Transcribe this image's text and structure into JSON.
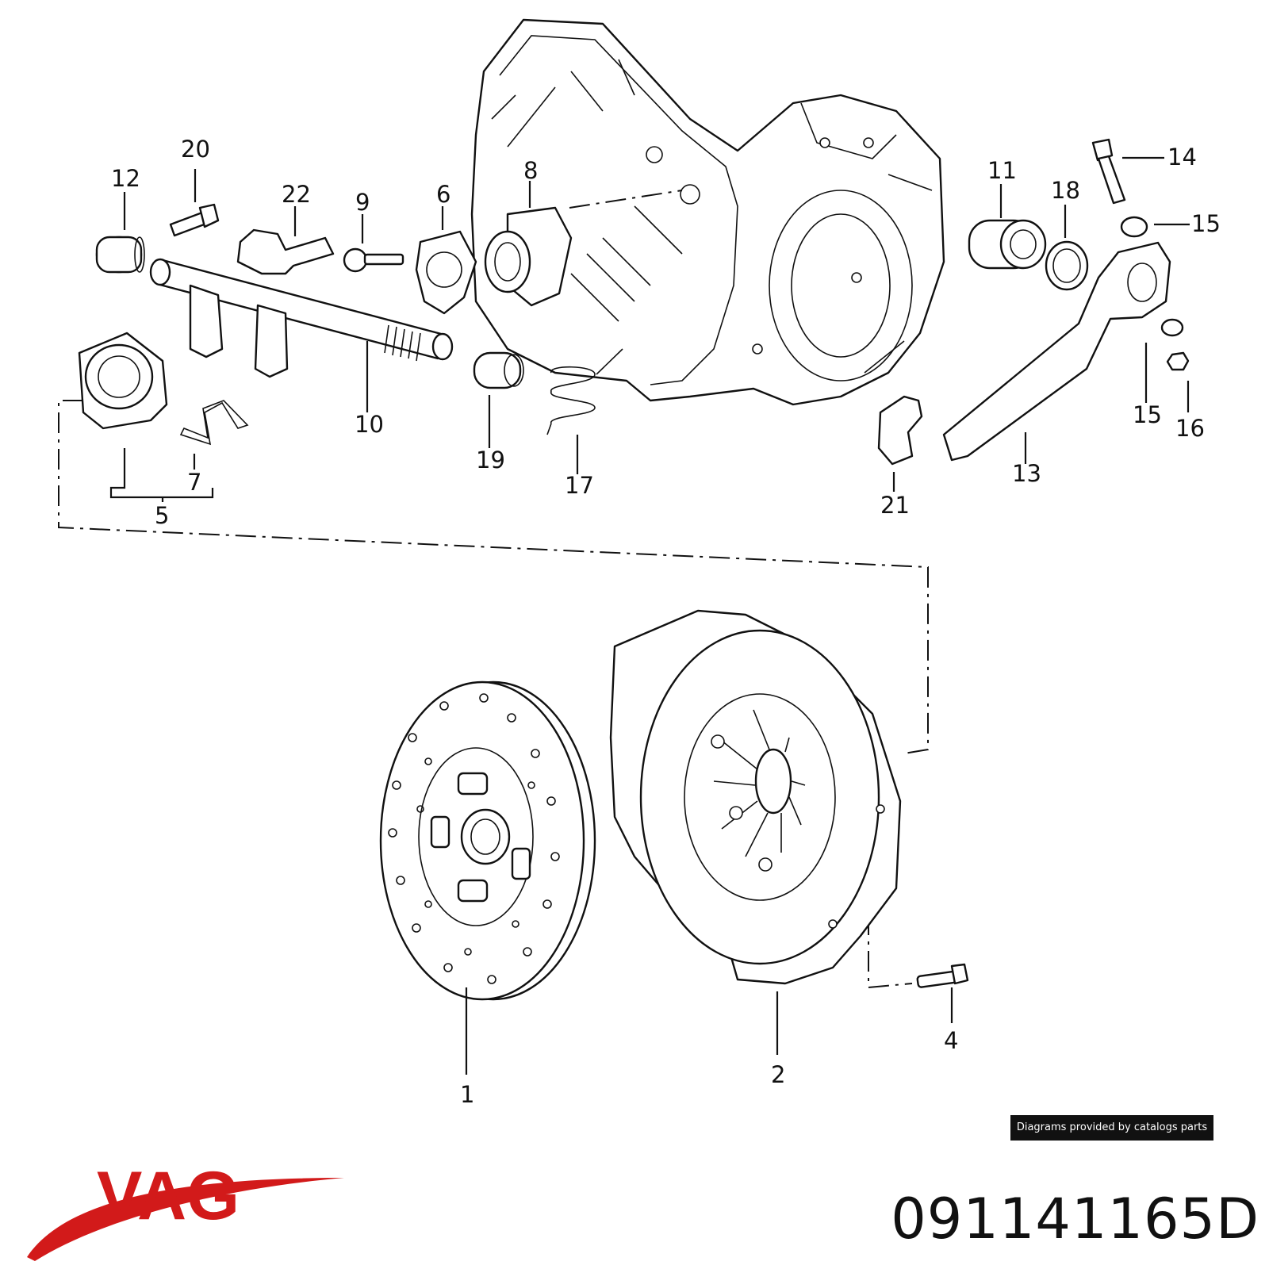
{
  "diagram": {
    "callouts": [
      "20",
      "12",
      "22",
      "9",
      "6",
      "8",
      "11",
      "18",
      "14",
      "15",
      "10",
      "19",
      "17",
      "7",
      "5",
      "15",
      "16",
      "13",
      "21",
      "1",
      "2",
      "4"
    ]
  },
  "credit": "Diagrams provided by catalogs parts",
  "brand": {
    "name": "VAG",
    "color": "#d21a1a"
  },
  "part_number": "091141165D"
}
